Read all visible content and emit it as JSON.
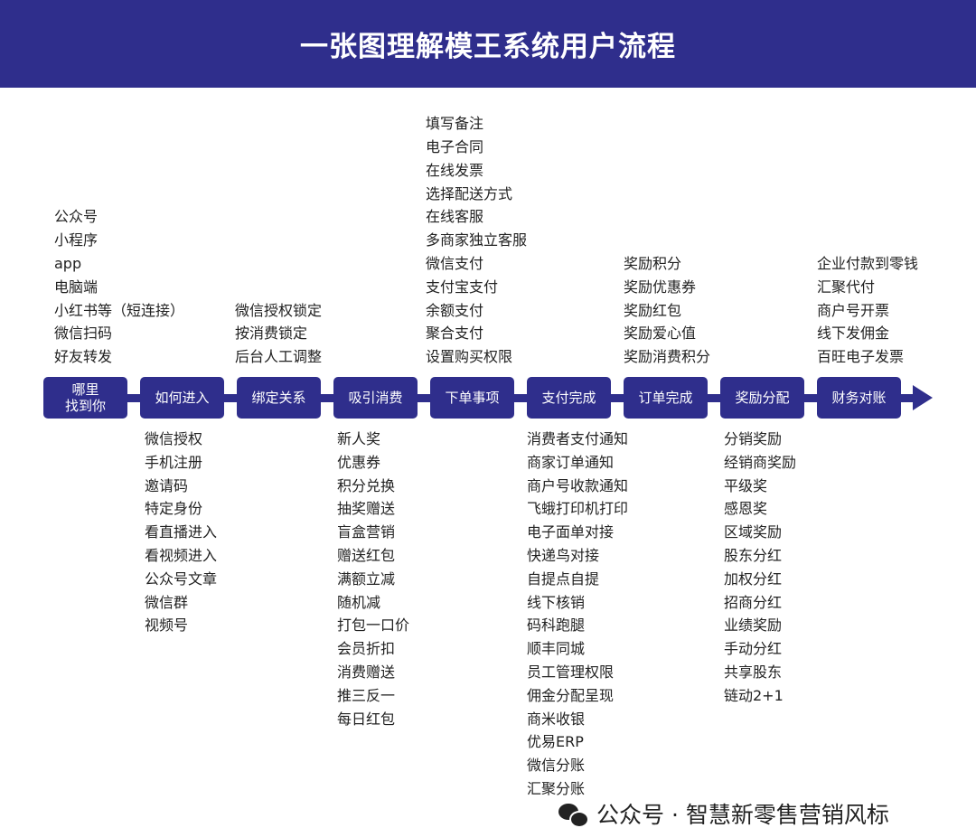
{
  "title": "一张图理解模王系统用户流程",
  "accent_color": "#2f2e8c",
  "steps": [
    {
      "label": "哪里\n找到你",
      "items": [
        "公众号",
        "小程序",
        "app",
        "电脑端",
        "小红书等（短连接）",
        "微信扫码",
        "好友转发"
      ],
      "position": "up"
    },
    {
      "label": "如何进入",
      "items": [
        "微信授权",
        "手机注册",
        "邀请码",
        "特定身份",
        "看直播进入",
        "看视频进入",
        "公众号文章",
        "微信群",
        "视频号"
      ],
      "position": "down"
    },
    {
      "label": "绑定关系",
      "items": [
        "微信授权锁定",
        "按消费锁定",
        "后台人工调整"
      ],
      "position": "up"
    },
    {
      "label": "吸引消费",
      "items": [
        "新人奖",
        "优惠券",
        "积分兑换",
        "抽奖赠送",
        "盲盒营销",
        "赠送红包",
        "满额立减",
        "随机减",
        "打包一口价",
        "会员折扣",
        "消费赠送",
        "推三反一",
        "每日红包"
      ],
      "position": "down"
    },
    {
      "label": "下单事项",
      "items": [
        "填写备注",
        "电子合同",
        "在线发票",
        "选择配送方式",
        "在线客服",
        "多商家独立客服",
        "微信支付",
        "支付宝支付",
        "余额支付",
        "聚合支付",
        "设置购买权限"
      ],
      "position": "up"
    },
    {
      "label": "支付完成",
      "items": [
        "消费者支付通知",
        "商家订单通知",
        "商户号收款通知",
        "飞蛾打印机打印",
        "电子面单对接",
        "快递鸟对接",
        "自提点自提",
        "线下核销",
        "码科跑腿",
        "顺丰同城",
        "员工管理权限",
        "佣金分配呈现",
        "商米收银",
        "优易ERP",
        "微信分账",
        "汇聚分账"
      ],
      "position": "down"
    },
    {
      "label": "订单完成",
      "items": [
        "奖励积分",
        "奖励优惠券",
        "奖励红包",
        "奖励爱心值",
        "奖励消费积分"
      ],
      "position": "up"
    },
    {
      "label": "奖励分配",
      "items": [
        "分销奖励",
        "经销商奖励",
        "平级奖",
        "感恩奖",
        "区域奖励",
        "股东分红",
        "加权分红",
        "招商分红",
        "业绩奖励",
        "手动分红",
        "共享股东",
        "链动2+1"
      ],
      "position": "down"
    },
    {
      "label": "财务对账",
      "items": [
        "企业付款到零钱",
        "汇聚代付",
        "商户号开票",
        "线下发佣金",
        "百旺电子发票"
      ],
      "position": "up"
    }
  ],
  "watermark": {
    "text": "公众号 · 智慧新零售营销风标",
    "icon": "wechat-icon"
  }
}
